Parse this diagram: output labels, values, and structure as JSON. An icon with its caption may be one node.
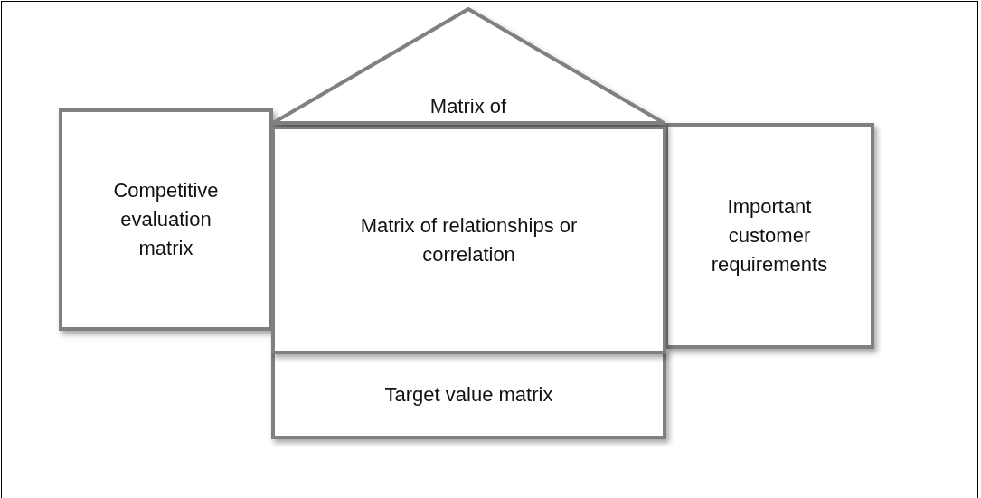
{
  "diagram": {
    "nodes": [
      {
        "text": [
          "Matrix of"
        ]
      },
      {
        "text": [
          "Competitive evaluation matrix"
        ]
      },
      {
        "text": [
          "Matrix of relationships or correlation"
        ]
      },
      {
        "text": [
          "Important customer requirements"
        ]
      },
      {
        "text": [
          "Target value matrix"
        ]
      }
    ],
    "edges": []
  }
}
